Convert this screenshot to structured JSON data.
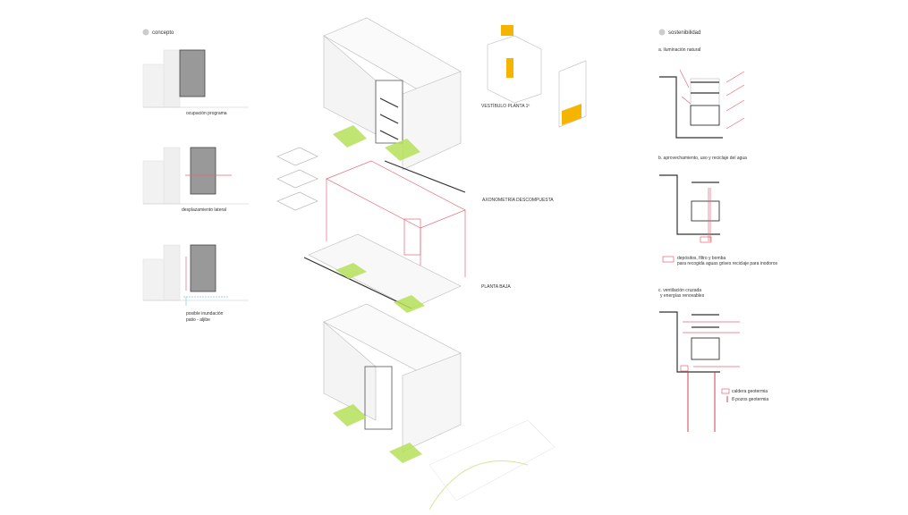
{
  "concepto": {
    "title": "concepto",
    "captions": [
      "ocupación programa",
      "desplazamiento lateral",
      "posible inundación",
      "patio - aljibe"
    ]
  },
  "axonometria": {
    "labels": {
      "vestibulo": "VESTÍBULO PLANTA 1º",
      "axonometria": "AXONOMETRÍA DESCOMPUESTA",
      "planta_baja": "PLANTA BAJA"
    }
  },
  "sostenibilidad": {
    "title": "sostenibilidad",
    "a": "a. iluminación natural",
    "b": "b. aprovechamiento, uso y reciclaje del agua",
    "b_legend_1": "depósitos, filtro y bomba",
    "b_legend_2": "para recogida aguas grises reciclaje para inodoros",
    "c_1": "c. ventilación cruzada",
    "c_2": "y energías renovables",
    "c_legend_1": "caldera geotermia",
    "c_legend_2": "8 pozos geotermia"
  },
  "colors": {
    "accent_red": "#e06a78",
    "accent_yellow": "#f5b400",
    "green": "#b6e05a",
    "water": "#7ec8e3"
  }
}
